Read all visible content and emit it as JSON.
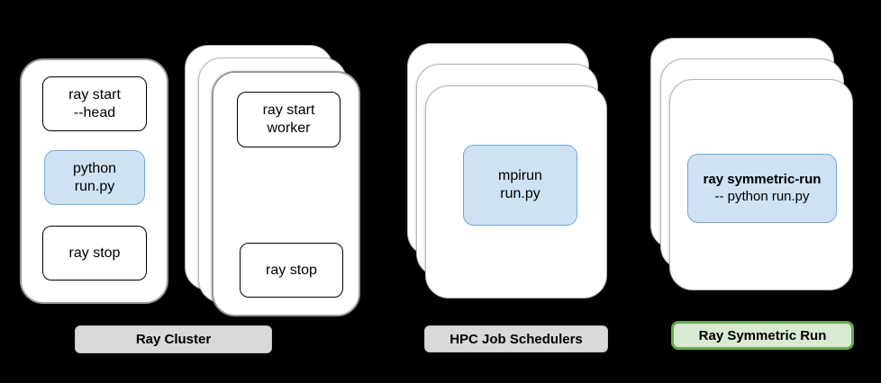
{
  "colors": {
    "background": "#000000",
    "card_fill": "#ffffff",
    "card_border": "#999999",
    "stack_border": "#b5b5b5",
    "command_border": "#000000",
    "blue_fill": "#cfe2f3",
    "blue_border": "#6fa8dc",
    "gray_label_fill": "#d9d9d9",
    "green_label_fill": "#d9ead3",
    "green_label_border": "#6aa84f"
  },
  "ray_cluster": {
    "label": "Ray Cluster",
    "head_card": {
      "start_box": {
        "line1": "ray start",
        "line2": "--head"
      },
      "run_box": {
        "line1": "python",
        "line2": "run.py"
      },
      "stop_box": {
        "line1": "ray stop"
      }
    },
    "worker_card": {
      "start_box": {
        "line1": "ray start",
        "line2": "worker"
      },
      "stop_box": {
        "line1": "ray stop"
      }
    }
  },
  "hpc": {
    "label": "HPC Job Schedulers",
    "run_box": {
      "line1": "mpirun",
      "line2": "run.py"
    }
  },
  "symmetric": {
    "label": "Ray Symmetric Run",
    "run_box": {
      "line1": "ray symmetric-run",
      "line2": "-- python run.py"
    }
  }
}
